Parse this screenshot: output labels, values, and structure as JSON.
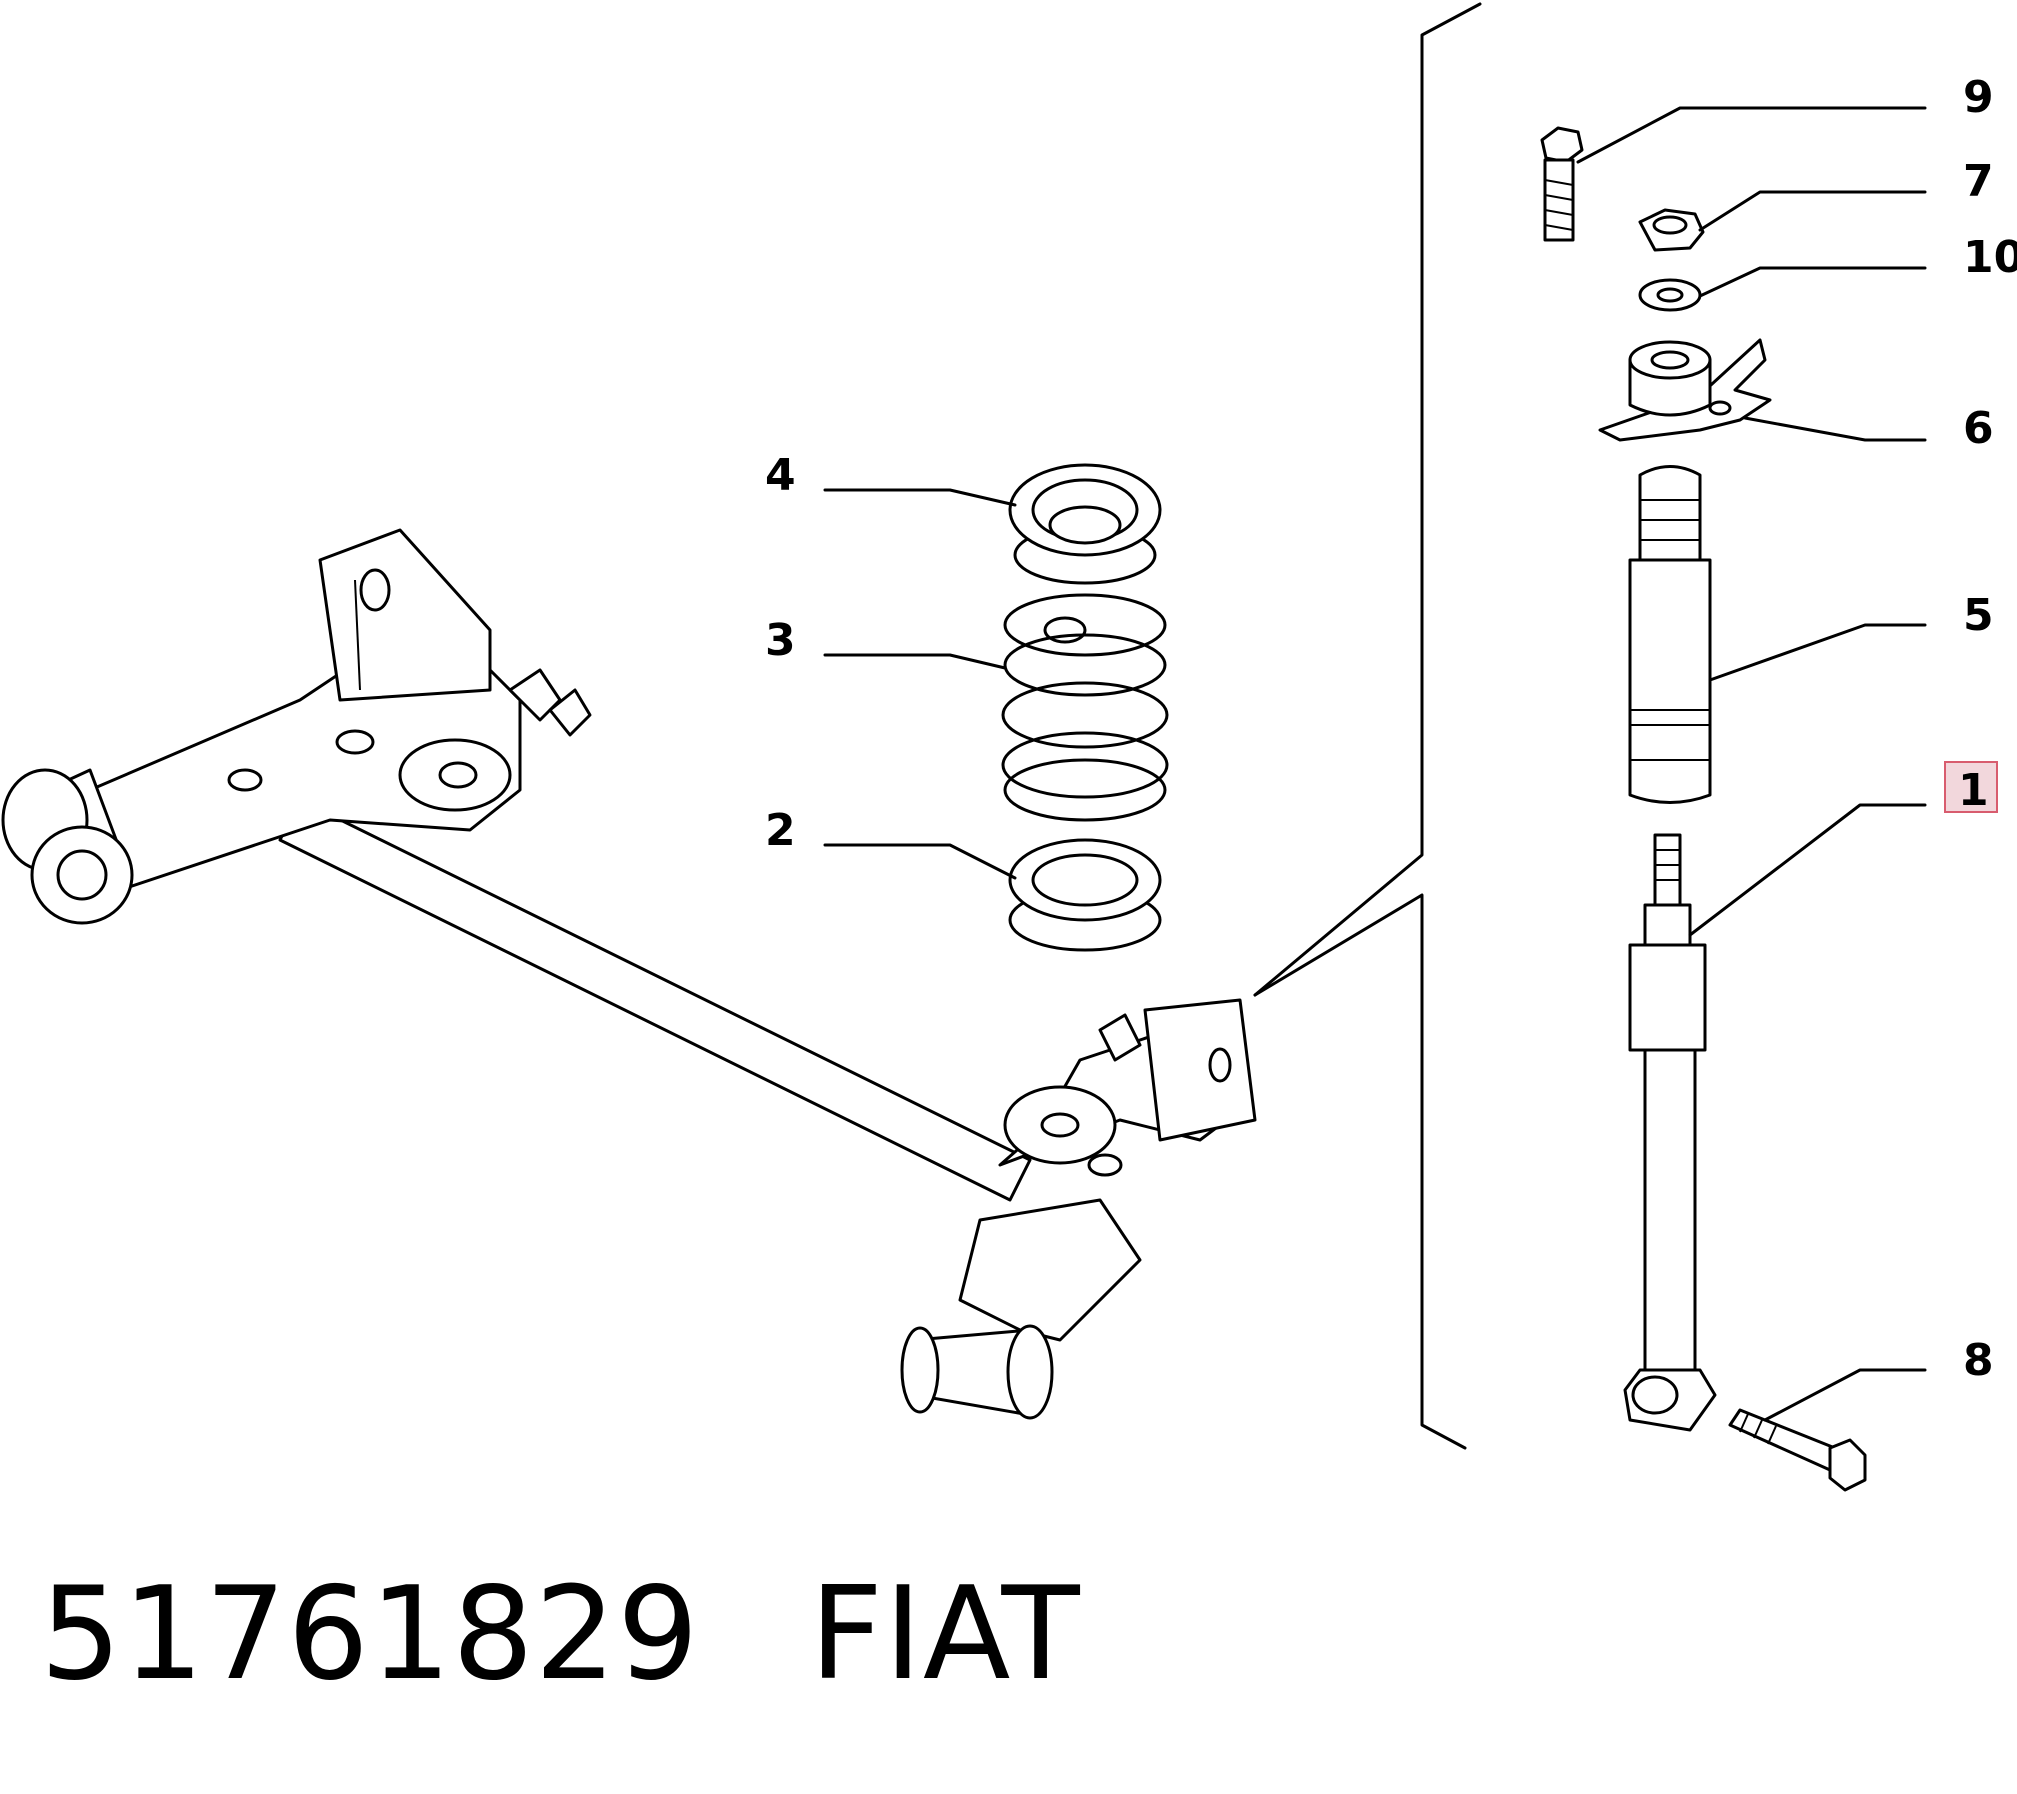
{
  "callouts": {
    "c1": "1",
    "c2": "2",
    "c3": "3",
    "c4": "4",
    "c5": "5",
    "c6": "6",
    "c7": "7",
    "c8": "8",
    "c9": "9",
    "c10": "10"
  },
  "highlight_color": "#f2d7dc",
  "highlight_border": "#d85c6e",
  "footer": {
    "part_number": "51761829",
    "brand": "FIAT"
  }
}
